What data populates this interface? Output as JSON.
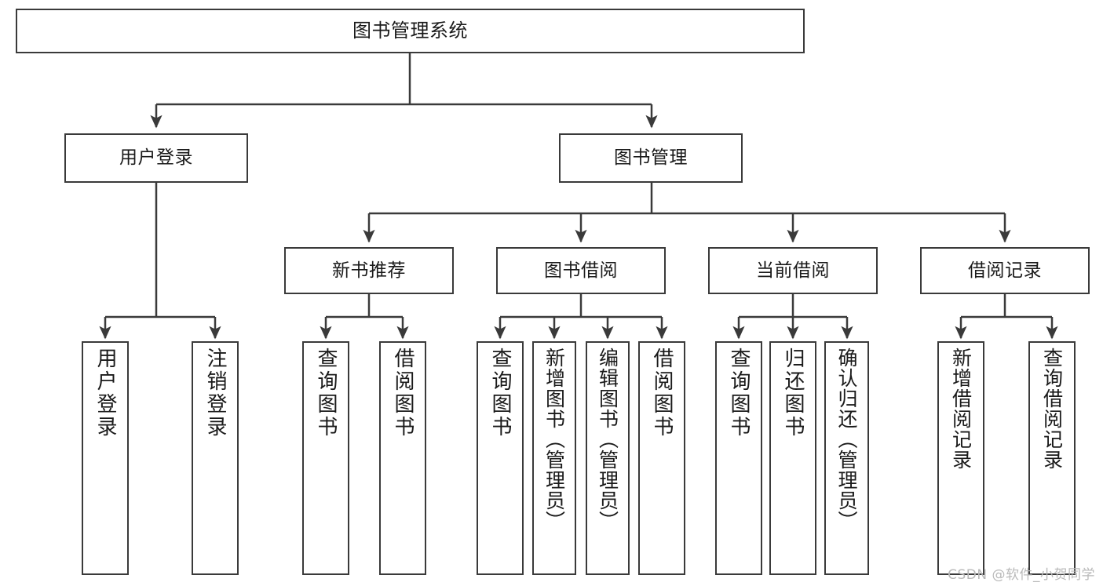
{
  "diagram": {
    "type": "tree-hierarchy",
    "title": "图书管理系统",
    "watermark": "CSDN @软件_小贺同学",
    "colors": {
      "stroke": "#3a3a3a",
      "node_fill": "#ffffff",
      "text": "#1a1a1a",
      "background": "#ffffff",
      "watermark": "#b9b9b9"
    },
    "nodes": {
      "root": {
        "label": "图书管理系统"
      },
      "level2": [
        {
          "label": "用户登录"
        },
        {
          "label": "图书管理"
        }
      ],
      "level3": [
        {
          "label": "新书推荐"
        },
        {
          "label": "图书借阅"
        },
        {
          "label": "当前借阅"
        },
        {
          "label": "借阅记录"
        }
      ],
      "leaves": {
        "user_login": [
          {
            "label": "用户登录"
          },
          {
            "label": "注销登录"
          }
        ],
        "new_book": [
          {
            "label": "查询图书"
          },
          {
            "label": "借阅图书"
          }
        ],
        "borrow_book": [
          {
            "label": "查询图书"
          },
          {
            "label": "新增图书（管理员）"
          },
          {
            "label": "编辑图书（管理员）"
          },
          {
            "label": "借阅图书"
          }
        ],
        "current_borrow": [
          {
            "label": "查询图书"
          },
          {
            "label": "归还图书"
          },
          {
            "label": "确认归还（管理员）"
          }
        ],
        "borrow_record": [
          {
            "label": "新增借阅记录"
          },
          {
            "label": "查询借阅记录"
          }
        ]
      }
    }
  }
}
